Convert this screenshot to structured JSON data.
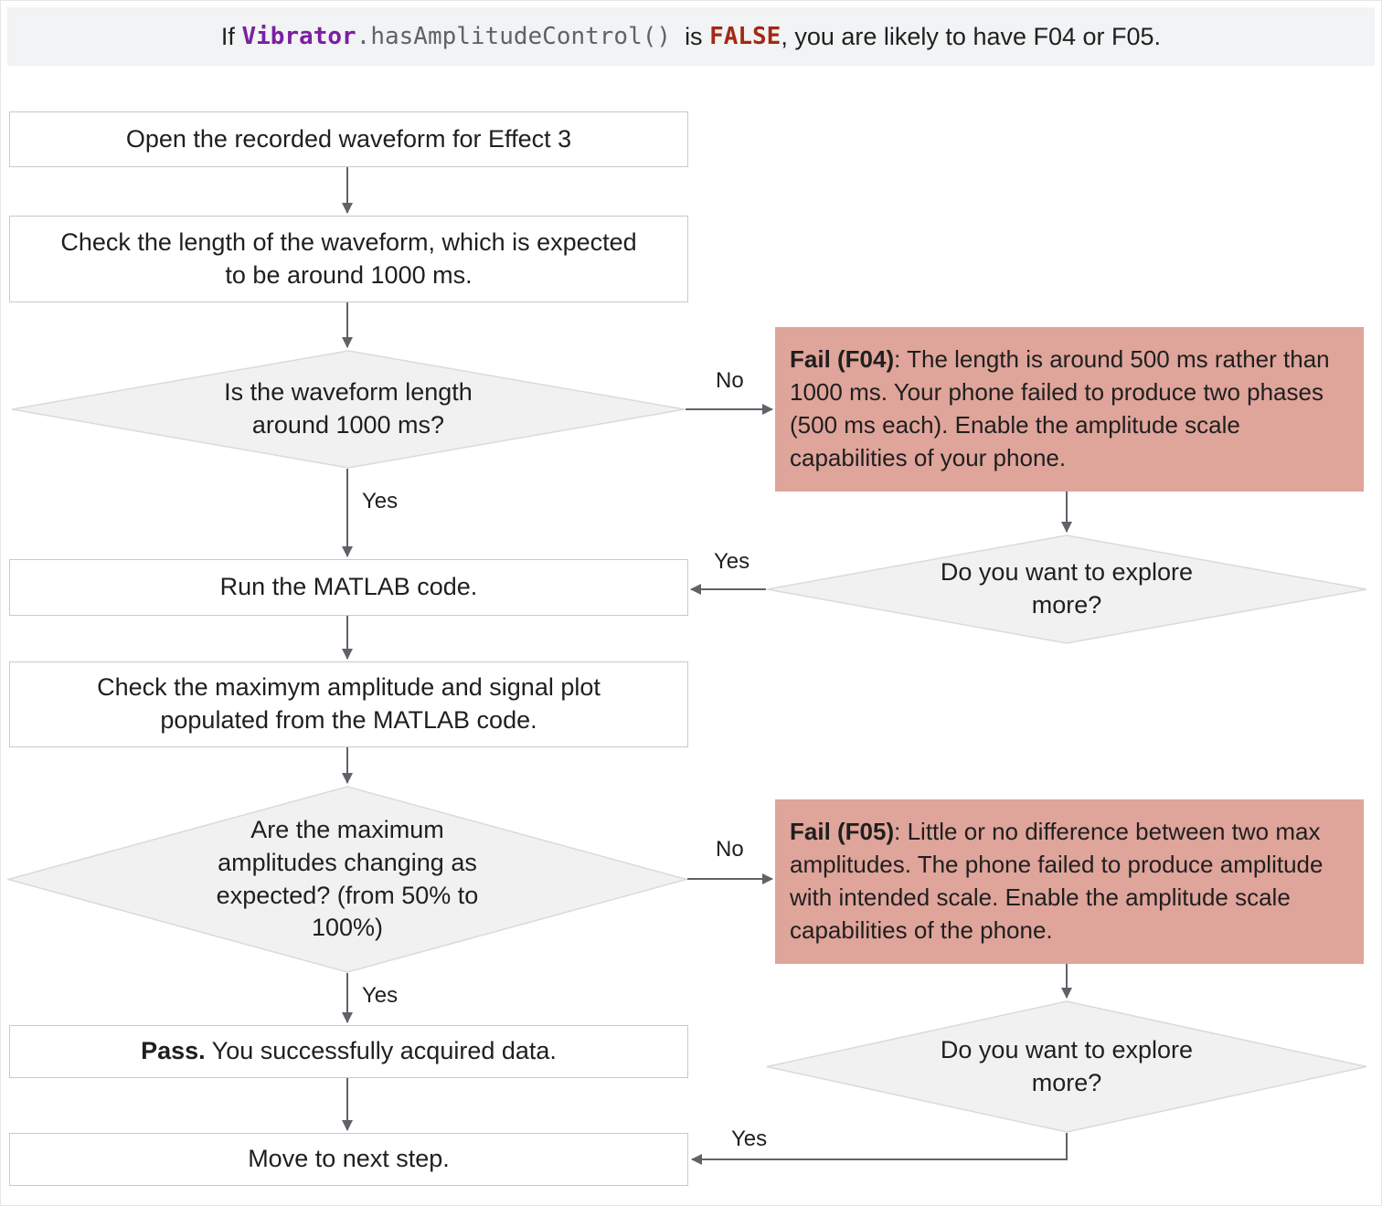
{
  "banner": {
    "part1": "If ",
    "code_vibrator": "Vibrator",
    "code_method": ".hasAmplitudeControl()",
    "part2": "  is ",
    "code_false": "FALSE",
    "part3": ", you are likely to have F04 or F05."
  },
  "flow": {
    "open_waveform": "Open the recorded waveform for Effect 3",
    "check_length": "Check the length of the waveform, which is expected\nto be around 1000 ms.",
    "decision_length": "Is the waveform length\naround 1000 ms?",
    "fail_f04_bold": "Fail (F04)",
    "fail_f04_text": ": The length is around 500 ms rather than 1000 ms. Your phone failed to produce two phases (500 ms each). Enable the amplitude scale capabilities of your phone.",
    "decision_explore_1": "Do you want to explore\nmore?",
    "run_matlab": "Run the MATLAB code.",
    "check_amplitude": "Check the maximym amplitude and signal plot\npopulated from the MATLAB code.",
    "decision_amplitude": "Are the maximum\namplitudes changing as\nexpected? (from 50% to\n100%)",
    "fail_f05_bold": "Fail (F05)",
    "fail_f05_text": ": Little or no difference between two max amplitudes. The phone failed to produce amplitude with intended scale. Enable the amplitude scale capabilities of the phone.",
    "pass_bold": "Pass.",
    "pass_text": " You successfully acquired data.",
    "decision_explore_2": "Do you want to explore\nmore?",
    "move_next": "Move to next step."
  },
  "labels": {
    "no_f04": "No",
    "yes_length": "Yes",
    "yes_explore_1": "Yes",
    "no_f05": "No",
    "yes_amplitude": "Yes",
    "yes_explore_2": "Yes"
  },
  "colors": {
    "banner_bg": "#f1f3f4",
    "fail_bg": "#dfa49a",
    "diamond_fill": "#f1f1f1",
    "diamond_border": "#dadada",
    "box_border": "#c9c9c9",
    "arrow": "#5f6368",
    "code_purple": "#7b1fa2",
    "code_gray": "#5f6368",
    "false_red": "#a52714"
  }
}
